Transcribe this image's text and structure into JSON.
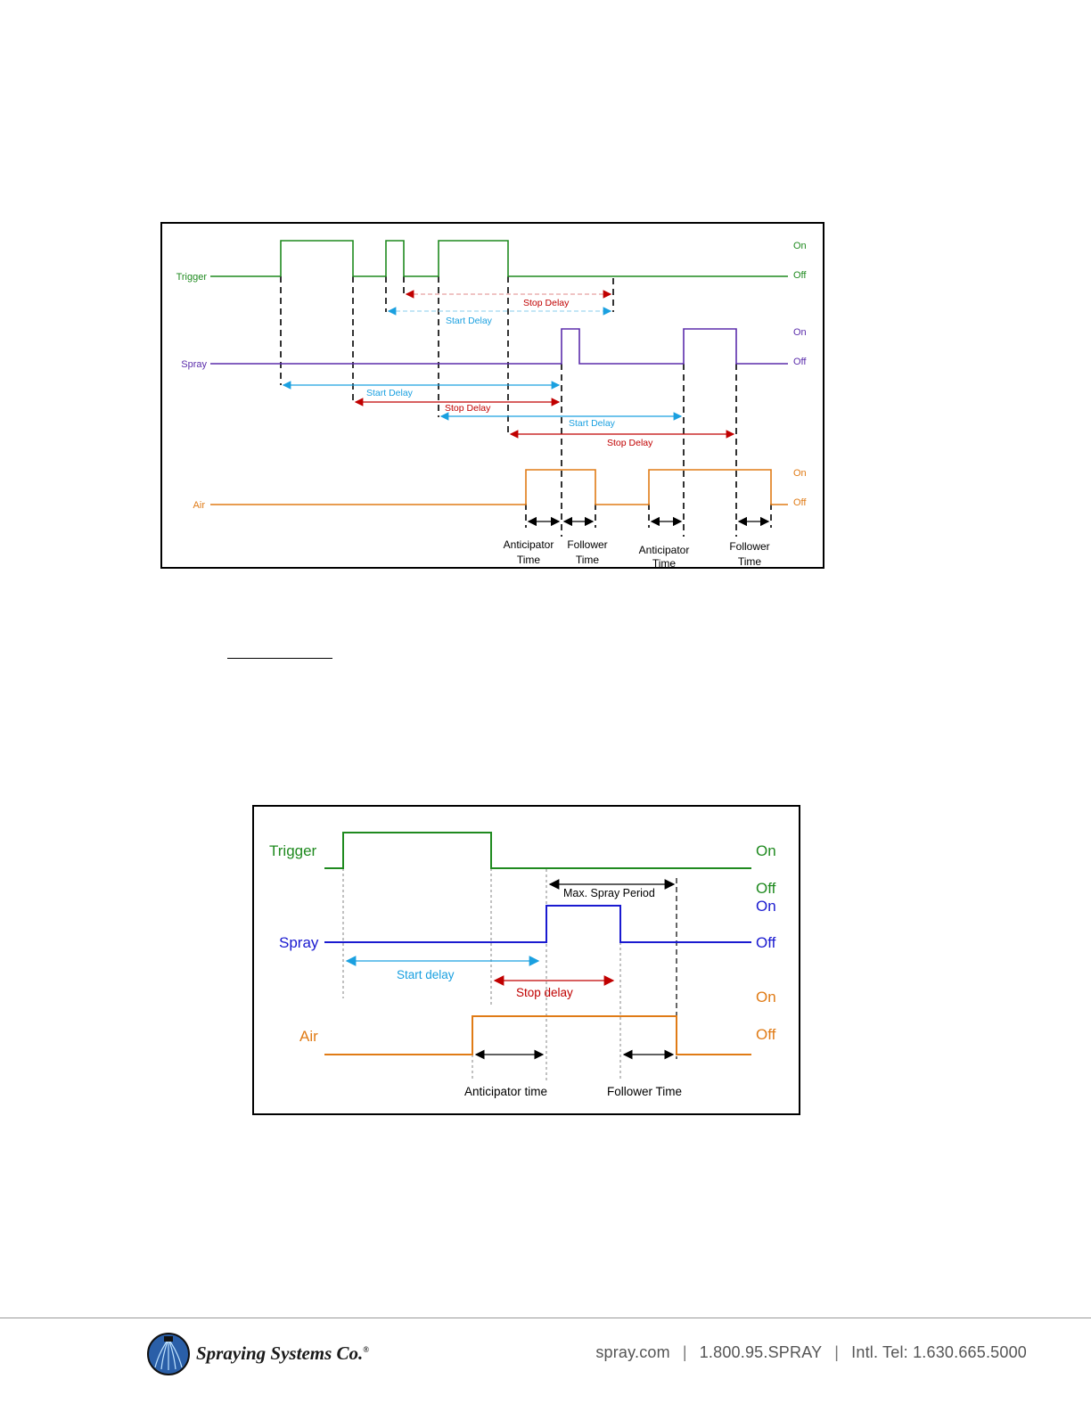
{
  "diagram1": {
    "signals": {
      "trigger": {
        "label": "Trigger",
        "on": "On",
        "off": "Off"
      },
      "spray": {
        "label": "Spray",
        "on": "On",
        "off": "Off"
      },
      "air": {
        "label": "Air",
        "on": "On",
        "off": "Off"
      }
    },
    "annotations": {
      "stop_delay": "Stop Delay",
      "start_delay": "Start Delay",
      "anticipator_time": [
        "Anticipator",
        "Time"
      ],
      "follower_time": [
        "Follower",
        "Time"
      ]
    },
    "colors": {
      "trigger": "#1f8a1f",
      "spray": "#5b2dab",
      "air": "#e07b16",
      "start_delay": "#1aa0e0",
      "stop_delay": "#c00000"
    }
  },
  "diagram2": {
    "signals": {
      "trigger": {
        "label": "Trigger",
        "on": "On",
        "off": "Off"
      },
      "spray": {
        "label": "Spray",
        "on": "On",
        "off": "Off"
      },
      "air": {
        "label": "Air",
        "on": "On",
        "off": "Off"
      }
    },
    "annotations": {
      "max_spray_period": "Max. Spray Period",
      "start_delay": "Start delay",
      "stop_delay": "Stop delay",
      "anticipator_time": "Anticipator time",
      "follower_time": "Follower Time"
    },
    "colors": {
      "trigger": "#1f8a1f",
      "spray": "#1a1ad0",
      "air": "#e07b16",
      "start_delay": "#1aa0e0",
      "stop_delay": "#c00000"
    }
  },
  "footer": {
    "company": "Spraying Systems Co.",
    "registered": "®",
    "website": "spray.com",
    "phone": "1.800.95.SPRAY",
    "intl": "Intl. Tel: 1.630.665.5000",
    "separator": "|"
  }
}
